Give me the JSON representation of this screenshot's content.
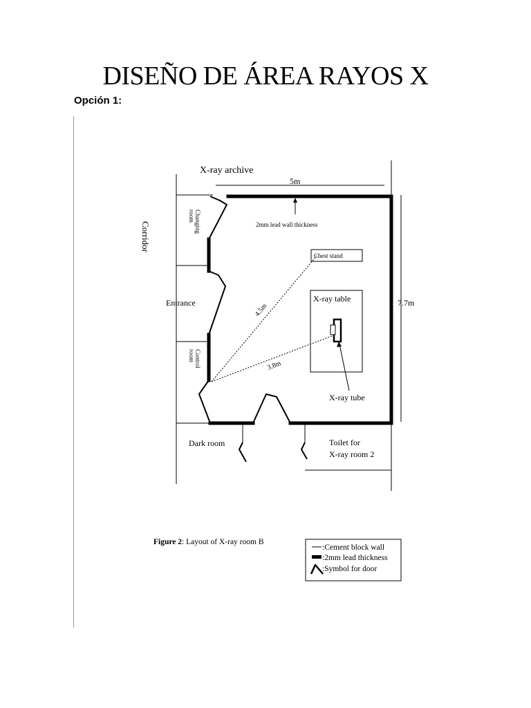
{
  "document": {
    "title": "DISEÑO DE ÁREA RAYOS X",
    "option_heading": "Opción 1:"
  },
  "figure": {
    "room_labels": {
      "xray_archive": "X-ray archive",
      "corridor": "Corridor",
      "changing_room": [
        "Changing",
        "room"
      ],
      "control_room": [
        "Control",
        "room"
      ],
      "entrance": "Entrance",
      "dark_room": "Dark room",
      "toilet": [
        "Toilet for",
        "X-ray room 2"
      ],
      "chest_stand": "Chest stand",
      "xray_table": "X-ray table",
      "xray_tube": "X-ray tube",
      "lead_wall_note": "2mm lead wall thickness"
    },
    "dimensions": {
      "width": "5m",
      "height": "7.7m",
      "distance_chest_stand": "4.5m",
      "distance_table": "3.8m"
    },
    "caption": {
      "label": "Figure 2",
      "text": ": Layout of X-ray room B"
    },
    "legend": [
      {
        "symbol": "thin-line",
        "text": ":Cement block wall"
      },
      {
        "symbol": "thick-line",
        "text": ":2mm lead thickness"
      },
      {
        "symbol": "door",
        "text": ":Symbol for door"
      }
    ]
  }
}
